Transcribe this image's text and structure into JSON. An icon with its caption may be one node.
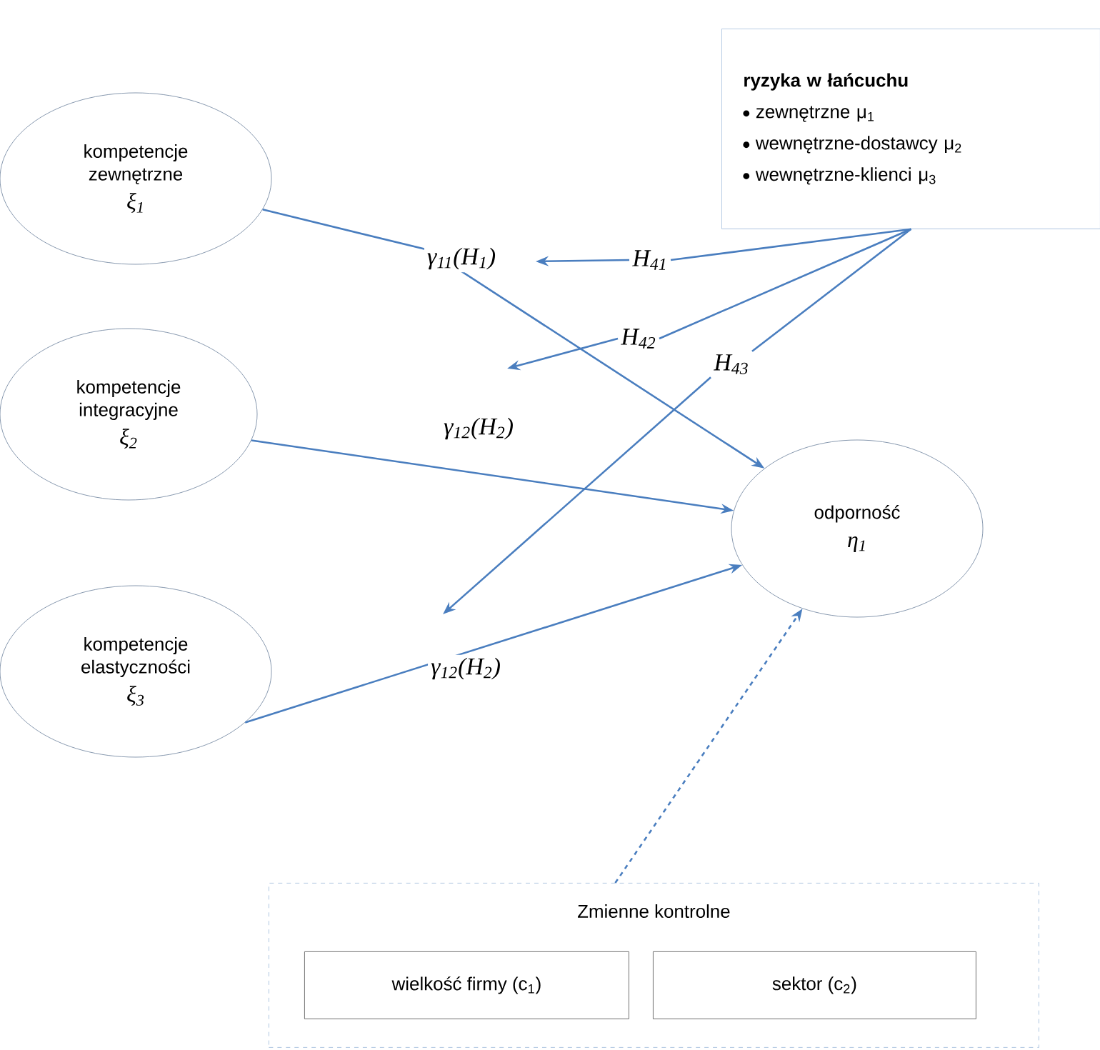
{
  "diagram": {
    "nodes": [
      {
        "text": [
          "kompetencje zewnętrzne",
          "ξ$_{1}$"
        ]
      },
      {
        "text": [
          "kompetencje integracyjne",
          "ξ$_{2}$"
        ]
      },
      {
        "text": [
          "kompetencje elastyczności",
          "ξ$_{3}$"
        ]
      },
      {
        "text": [
          "odporność",
          "η$_{1}$"
        ]
      },
      {
        "text": [
          "ryzyka w łańcuchu",
          "zewnętrzne μ$_{1}$",
          "wewnętrzne-dostawcy μ$_{2}$",
          "wewnętrzne-klienci μ$_{3}$"
        ]
      },
      {
        "text": [
          "Zmienne kontrolne"
        ]
      },
      {
        "text": [
          "wielkość firmy (c$_{1}$)"
        ],
        "in": 5
      },
      {
        "text": [
          "sektor (c$_{2}$)"
        ],
        "in": 5
      },
      {
        "text": [
          "H$_{41}$"
        ]
      },
      {
        "text": [
          "H$_{42}$"
        ]
      },
      {
        "text": [
          "H$_{43}$"
        ]
      }
    ],
    "edges": [
      {
        "from": 0,
        "to": 3,
        "arrow": "to",
        "label": "γ$_{11}$(H$_{1}$)"
      },
      {
        "from": 1,
        "to": 3,
        "arrow": "to",
        "label": "γ$_{12}$(H$_{2}$)"
      },
      {
        "from": 2,
        "to": 3,
        "arrow": "to",
        "label": "γ$_{12}$(H$_{2}$)"
      },
      {
        "from": 5,
        "to": 3,
        "arrow": "to",
        "style": "dashed"
      },
      {
        "from": 4,
        "to": 8,
        "arrow": "none"
      },
      {
        "from": 4,
        "to": 9,
        "arrow": "none"
      },
      {
        "from": 4,
        "to": 10,
        "arrow": "none"
      },
      {
        "from": 8,
        "to": null,
        "arrow": "to"
      },
      {
        "from": 9,
        "to": null,
        "arrow": "to"
      },
      {
        "from": 10,
        "to": null,
        "arrow": "to"
      }
    ]
  }
}
